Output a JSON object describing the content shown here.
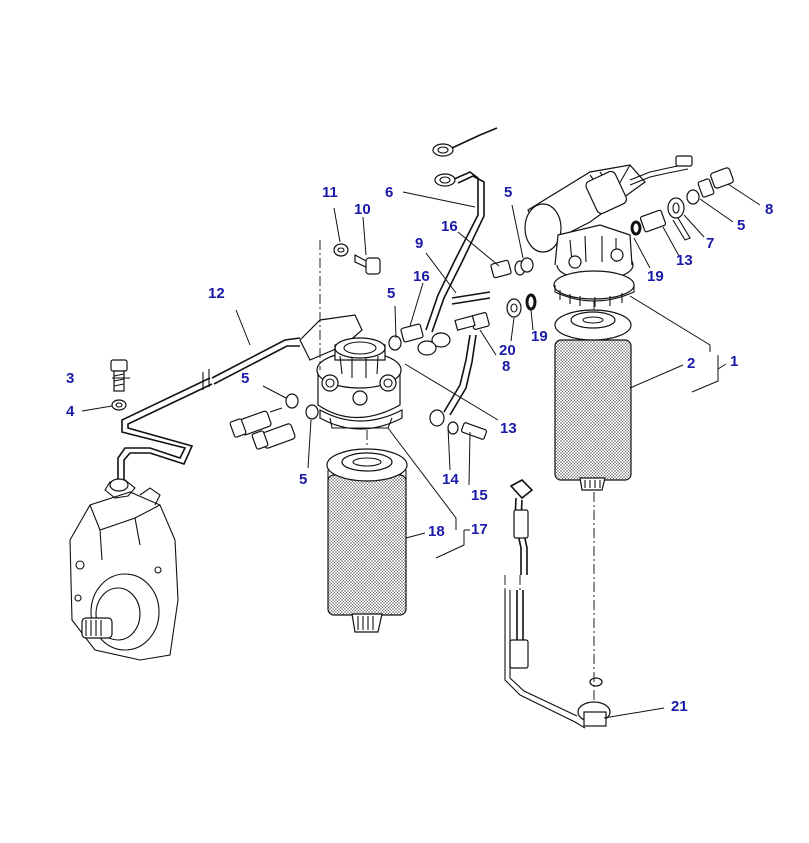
{
  "accent_color": "#1a1aa8",
  "callouts": {
    "c1": "1",
    "c2": "2",
    "c3": "3",
    "c4": "4",
    "c5a": "5",
    "c5b": "5",
    "c5c": "5",
    "c5d": "5",
    "c5e": "5",
    "c6": "6",
    "c7": "7",
    "c8a": "8",
    "c8b": "8",
    "c9": "9",
    "c10": "10",
    "c11": "11",
    "c12": "12",
    "c13a": "13",
    "c13b": "13",
    "c14": "14",
    "c15": "15",
    "c16a": "16",
    "c16b": "16",
    "c17": "17",
    "c18": "18",
    "c19a": "19",
    "c19b": "19",
    "c20": "20",
    "c21": "21"
  }
}
